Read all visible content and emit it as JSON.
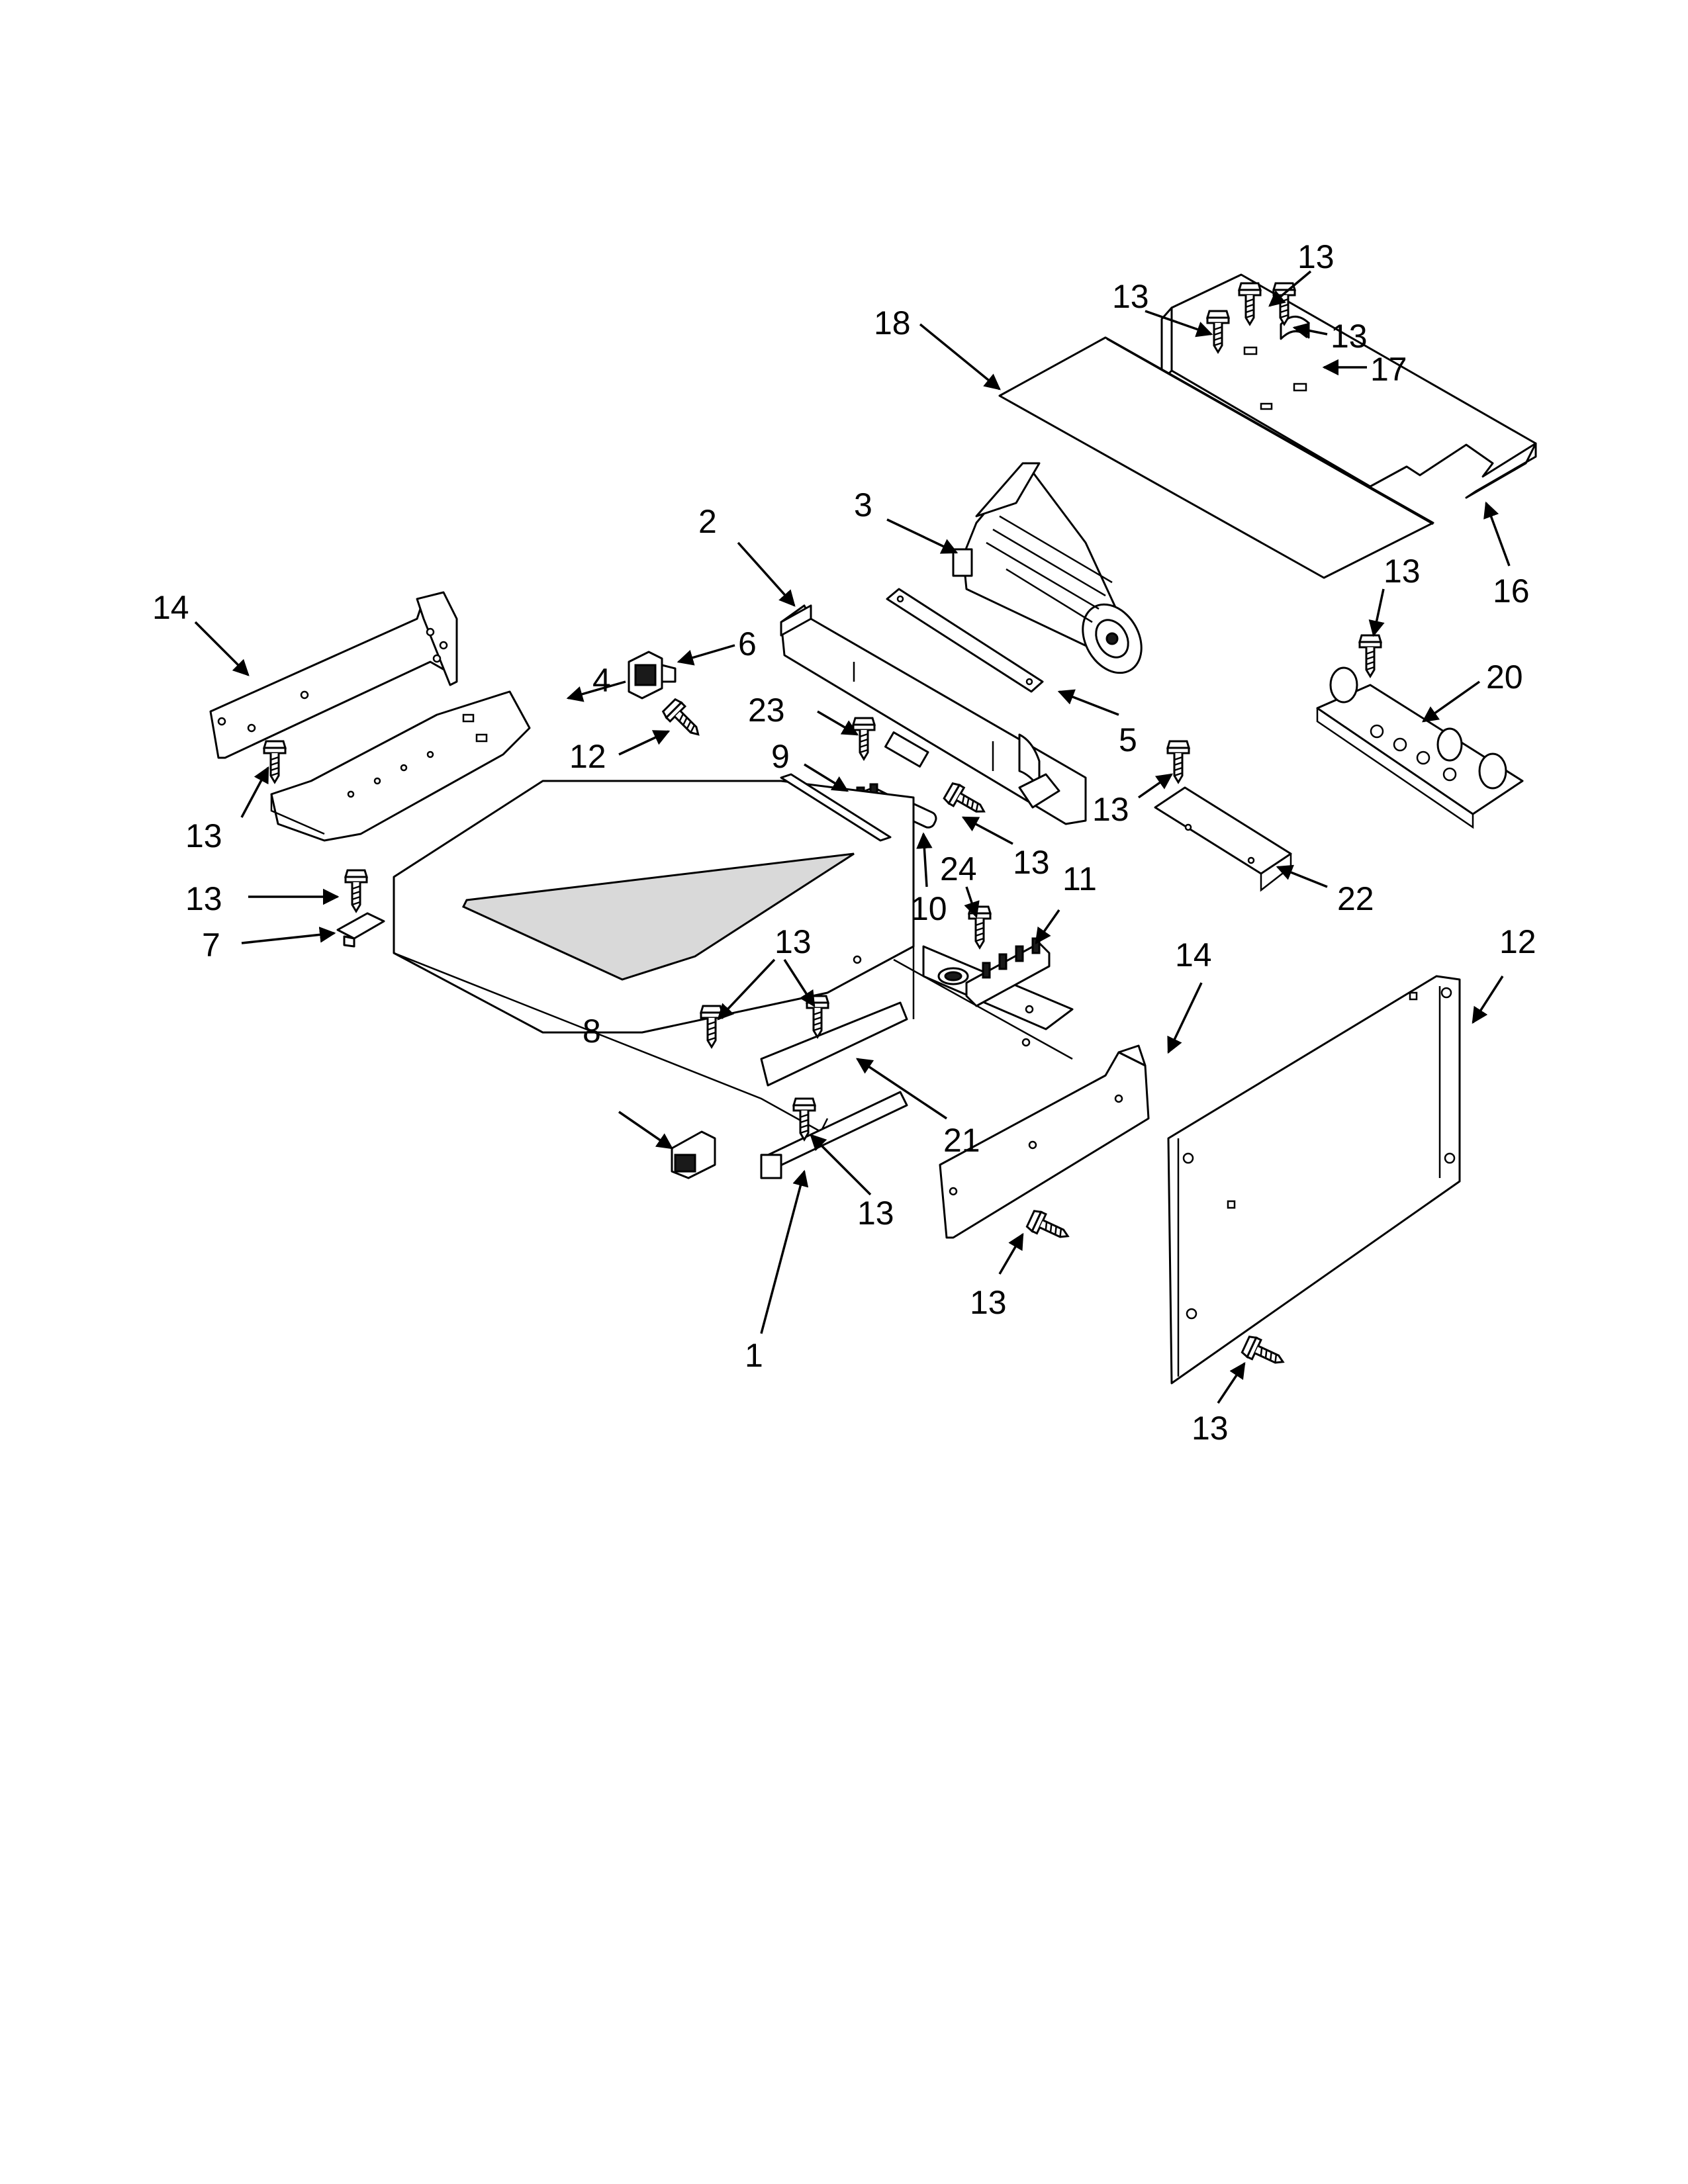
{
  "colors": {
    "line": "#000000",
    "background": "#ffffff",
    "shade": "#d9d9d9"
  },
  "callouts": [
    {
      "id": "c-13-top",
      "label": "13"
    },
    {
      "id": "c-13-top-left",
      "label": "13"
    },
    {
      "id": "c-13-top-right",
      "label": "13"
    },
    {
      "id": "c-17",
      "label": "17"
    },
    {
      "id": "c-18",
      "label": "18"
    },
    {
      "id": "c-3",
      "label": "3"
    },
    {
      "id": "c-2",
      "label": "2"
    },
    {
      "id": "c-16",
      "label": "16"
    },
    {
      "id": "c-14-left",
      "label": "14"
    },
    {
      "id": "c-6",
      "label": "6"
    },
    {
      "id": "c-4",
      "label": "4"
    },
    {
      "id": "c-13-right-mid",
      "label": "13"
    },
    {
      "id": "c-20",
      "label": "20"
    },
    {
      "id": "c-23",
      "label": "23"
    },
    {
      "id": "c-5",
      "label": "5"
    },
    {
      "id": "c-12-left",
      "label": "12"
    },
    {
      "id": "c-9",
      "label": "9"
    },
    {
      "id": "c-13-bracket22",
      "label": "13"
    },
    {
      "id": "c-13-left",
      "label": "13"
    },
    {
      "id": "c-13-switch",
      "label": "13"
    },
    {
      "id": "c-10",
      "label": "10"
    },
    {
      "id": "c-24",
      "label": "24"
    },
    {
      "id": "c-11",
      "label": "11"
    },
    {
      "id": "c-22",
      "label": "22"
    },
    {
      "id": "c-13-clip7",
      "label": "13"
    },
    {
      "id": "c-7",
      "label": "7"
    },
    {
      "id": "c-13-pair",
      "label": "13"
    },
    {
      "id": "c-14-right",
      "label": "14"
    },
    {
      "id": "c-12-right",
      "label": "12"
    },
    {
      "id": "c-8",
      "label": "8"
    },
    {
      "id": "c-21",
      "label": "21"
    },
    {
      "id": "c-13-bottom-center",
      "label": "13"
    },
    {
      "id": "c-13-bracket14",
      "label": "13"
    },
    {
      "id": "c-1",
      "label": "1"
    },
    {
      "id": "c-13-panel",
      "label": "13"
    }
  ]
}
